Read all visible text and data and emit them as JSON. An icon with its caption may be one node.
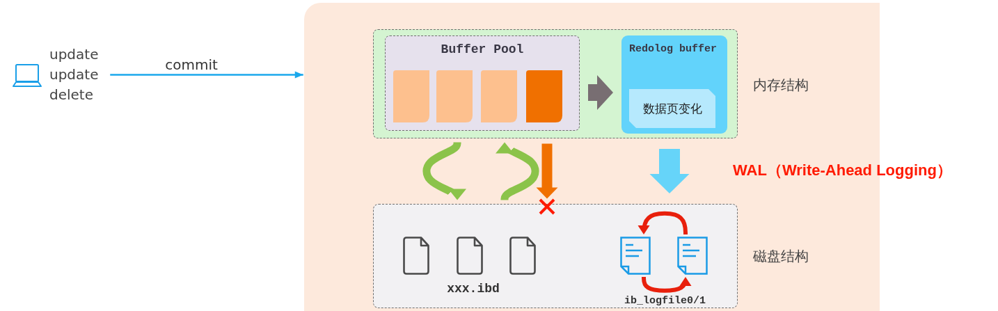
{
  "diagram": {
    "nodes": [
      {
        "text": [
          "update update delete"
        ]
      },
      {
        "text": [],
        "shape": "box"
      },
      {
        "text": [],
        "shape": "box",
        "in": 1,
        "beside": [
          "内存结构"
        ]
      },
      {
        "text": [
          "Buffer Pool"
        ],
        "in": 2
      },
      {
        "text": [
          "Redolog buffer"
        ],
        "in": 2
      },
      {
        "text": [
          "数据页变化"
        ],
        "in": 4
      },
      {
        "text": [],
        "shape": "box",
        "in": 1,
        "beside": [
          "磁盘结构"
        ]
      },
      {
        "text": [],
        "shape": "document",
        "in": 6
      },
      {
        "text": [],
        "shape": "document",
        "in": 6
      }
    ],
    "edges": [
      {
        "from": 0,
        "to": 1,
        "arrow": "to",
        "label": "commit",
        "color": "#1aa8ec"
      },
      {
        "from": 3,
        "to": 4,
        "arrow": "to",
        "style": "thick",
        "color": "#786e72"
      },
      {
        "from": 2,
        "to": 6,
        "arrow": "to",
        "color": "#8bc34a"
      },
      {
        "from": 6,
        "to": 2,
        "arrow": "to",
        "color": "#8bc34a"
      },
      {
        "from": 2,
        "to": 6,
        "arrow": "to",
        "color": "#f07000"
      },
      {
        "from": 2,
        "to": 6,
        "arrow": "to",
        "style": "thick",
        "color": "#66d4f9"
      },
      {
        "from": 8,
        "to": 7,
        "arrow": "to",
        "color": "#e8200c"
      },
      {
        "from": 7,
        "to": 8,
        "arrow": "to",
        "color": "#e8200c"
      }
    ],
    "labels": [
      "xxx.ibd",
      "ib_logfile0/1",
      "WAL（Write-Ahead Logging）"
    ]
  }
}
